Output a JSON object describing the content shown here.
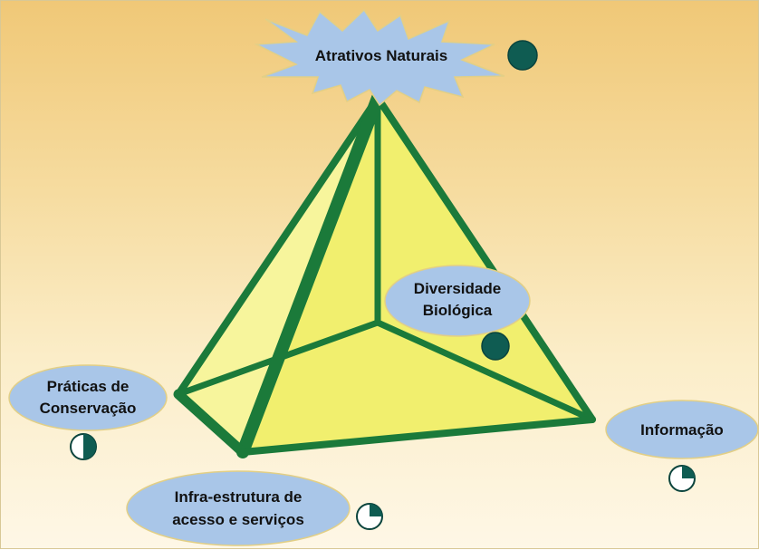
{
  "diagram": {
    "apex": {
      "label": "Atrativos Naturais",
      "rating": "full"
    },
    "nodes": [
      {
        "id": "diversidade",
        "lines": [
          "Diversidade",
          "Biológica"
        ],
        "rating": "full"
      },
      {
        "id": "praticas",
        "lines": [
          "Práticas de",
          "Conservação"
        ],
        "rating": "half"
      },
      {
        "id": "informacao",
        "lines": [
          "Informação"
        ],
        "rating": "quarter"
      },
      {
        "id": "infra",
        "lines": [
          "Infra-estrutura de",
          "acesso e serviços"
        ],
        "rating": "quarter"
      }
    ]
  },
  "colors": {
    "pyramid_fill": "#f4f27a",
    "pyramid_edge": "#1b7a3a",
    "bubble_fill": "#a9c6e8",
    "bubble_border": "#e2cf86",
    "star_fill": "#a9c6e8",
    "rating_fill": "#0f5c52"
  }
}
